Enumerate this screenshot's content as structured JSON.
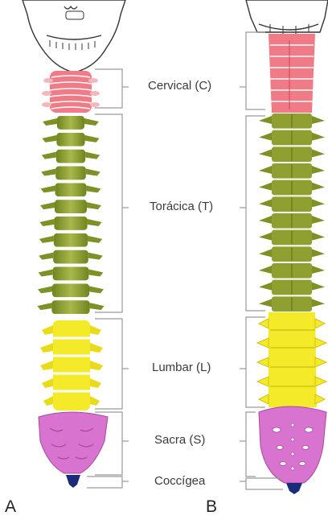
{
  "figure": {
    "panels": [
      {
        "id": "front",
        "letter": "A"
      },
      {
        "id": "side",
        "letter": "B"
      }
    ],
    "regions": [
      {
        "key": "cervical",
        "label": "Cervical (C)",
        "color": "#f07a86",
        "vertebrae": 7
      },
      {
        "key": "thoracic",
        "label": "Torácica (T)",
        "color": "#8fa030",
        "vertebrae": 12
      },
      {
        "key": "lumbar",
        "label": "Lumbar (L)",
        "color": "#f4ea2a",
        "vertebrae": 5
      },
      {
        "key": "sacral",
        "label": "Sacra (S)",
        "color": "#d873cf",
        "vertebrae": 1
      },
      {
        "key": "coccygeal",
        "label": "Coccígea",
        "color": "#1c2a7a",
        "vertebrae": 1
      }
    ]
  }
}
